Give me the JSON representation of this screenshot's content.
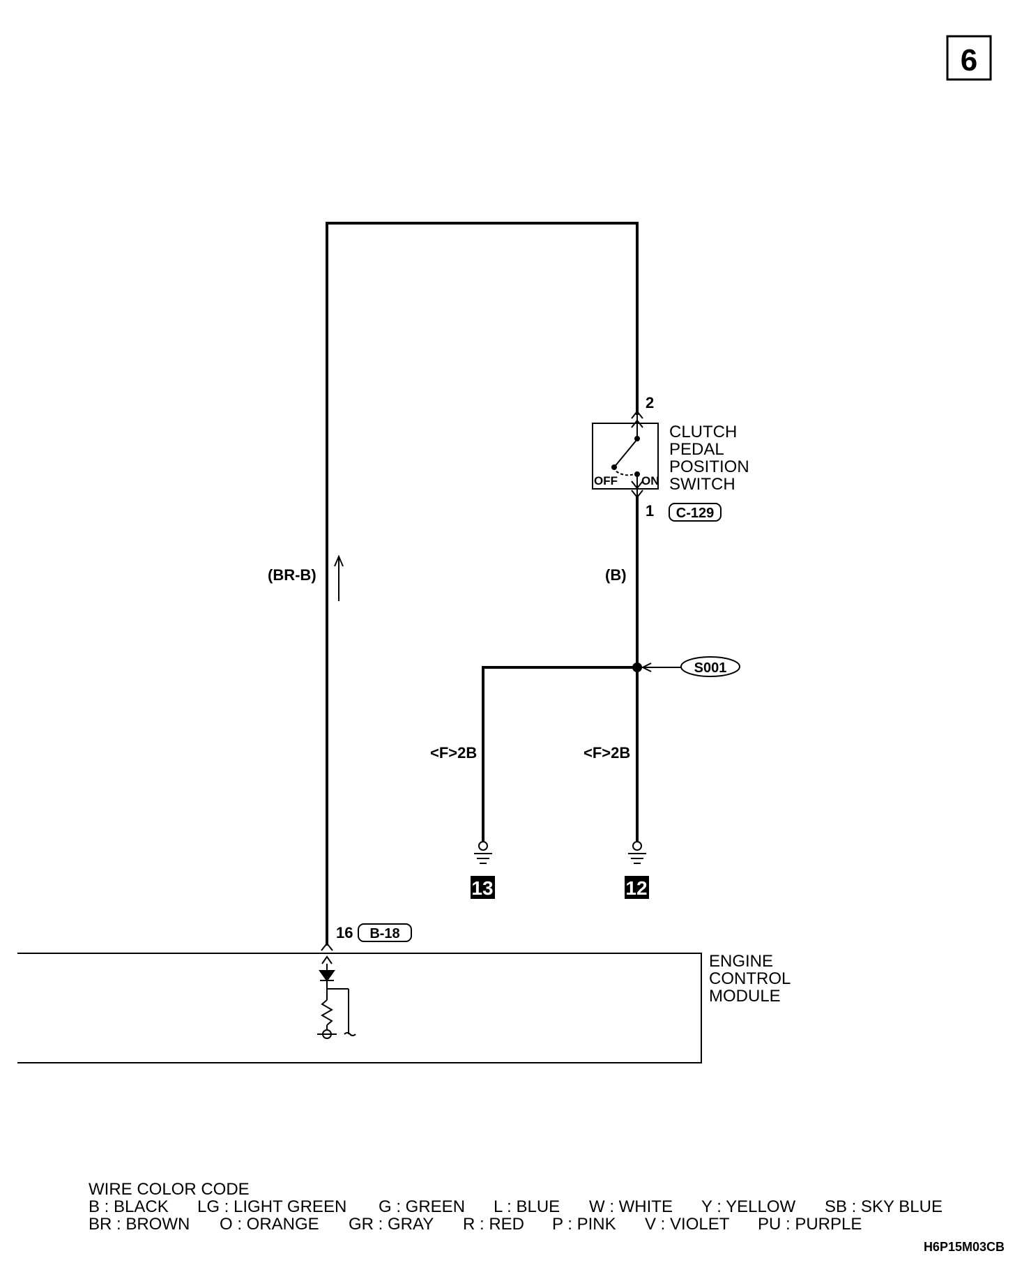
{
  "page_number": "6",
  "components": {
    "clutch_switch": {
      "label_lines": [
        "CLUTCH",
        "PEDAL",
        "POSITION",
        "SWITCH"
      ],
      "off_label": "OFF",
      "on_label": "ON",
      "pin_top": "2",
      "pin_bottom": "1",
      "connector": "C-129"
    },
    "ecm": {
      "label_lines": [
        "ENGINE",
        "CONTROL",
        "MODULE"
      ],
      "pin": "16",
      "connector": "B-18"
    }
  },
  "wires": {
    "left_color": "(BR-B)",
    "right_color": "(B)",
    "ground_wire_left": "<F>2B",
    "ground_wire_right": "<F>2B"
  },
  "splice": "S001",
  "grounds": [
    "13",
    "12"
  ],
  "legend": {
    "title": "WIRE COLOR CODE",
    "row1": [
      "B : BLACK",
      "LG : LIGHT GREEN",
      "G : GREEN",
      "L : BLUE",
      "W : WHITE",
      "Y : YELLOW",
      "SB : SKY BLUE"
    ],
    "row2": [
      "BR : BROWN",
      "O : ORANGE",
      "GR : GRAY",
      "R : RED",
      "P : PINK",
      "V : VIOLET",
      "PU : PURPLE"
    ]
  },
  "doc_code": "H6P15M03CB"
}
